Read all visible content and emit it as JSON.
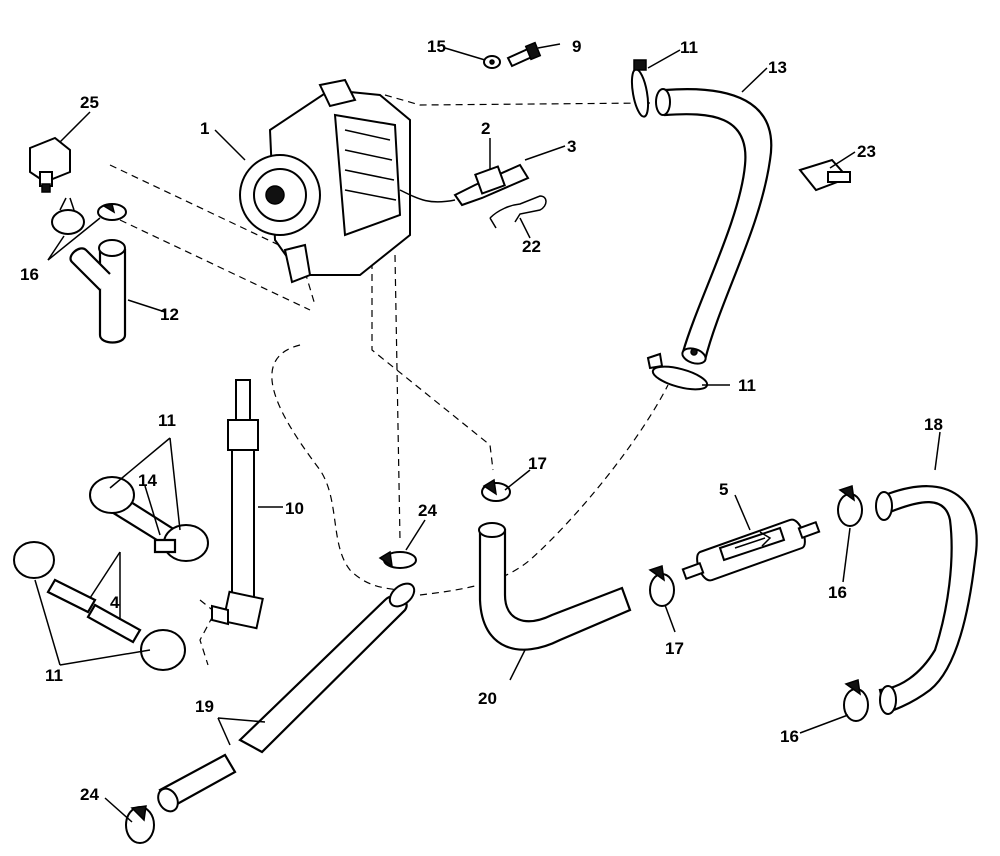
{
  "callouts": {
    "c1": "1",
    "c2": "2",
    "c3": "3",
    "c4": "4",
    "c5": "5",
    "c9": "9",
    "c10": "10",
    "c11a": "11",
    "c11b": "11",
    "c11c": "11",
    "c11d": "11",
    "c12": "12",
    "c13": "13",
    "c14": "14",
    "c15": "15",
    "c16a": "16",
    "c16b": "16",
    "c16c": "16",
    "c17a": "17",
    "c17b": "17",
    "c18": "18",
    "c19": "19",
    "c20": "20",
    "c22": "22",
    "c23": "23",
    "c24a": "24",
    "c24b": "24",
    "c25": "25"
  },
  "colors": {
    "ink": "#000000",
    "paper": "#ffffff"
  }
}
